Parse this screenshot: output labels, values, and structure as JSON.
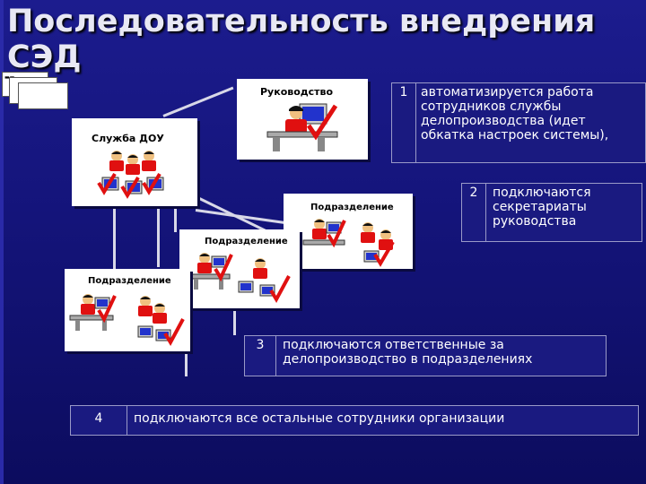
{
  "title": "Последовательность внедрения СЭД",
  "diagram": {
    "boxes": {
      "management": "Руководство",
      "dou": "Служба ДОУ",
      "division_a": "Подразделение",
      "division_b": "Подразделение",
      "division_c": "Подразделение"
    }
  },
  "steps": [
    {
      "num": "1",
      "text": "автоматизируется работа сотрудников службы делопроизводства (идет обкатка настроек системы),"
    },
    {
      "num": "2",
      "text": "подключаются секретариаты руководства"
    },
    {
      "num": "3",
      "text": "подключаются ответственные за делопроизводство в подразделениях"
    },
    {
      "num": "4",
      "text": "подключаются все остальные сотрудники организации"
    }
  ],
  "colors": {
    "background": "#14147a",
    "person_shirt": "#e01010",
    "check_mark": "#e01010",
    "monitor_screen": "#2233cc"
  }
}
